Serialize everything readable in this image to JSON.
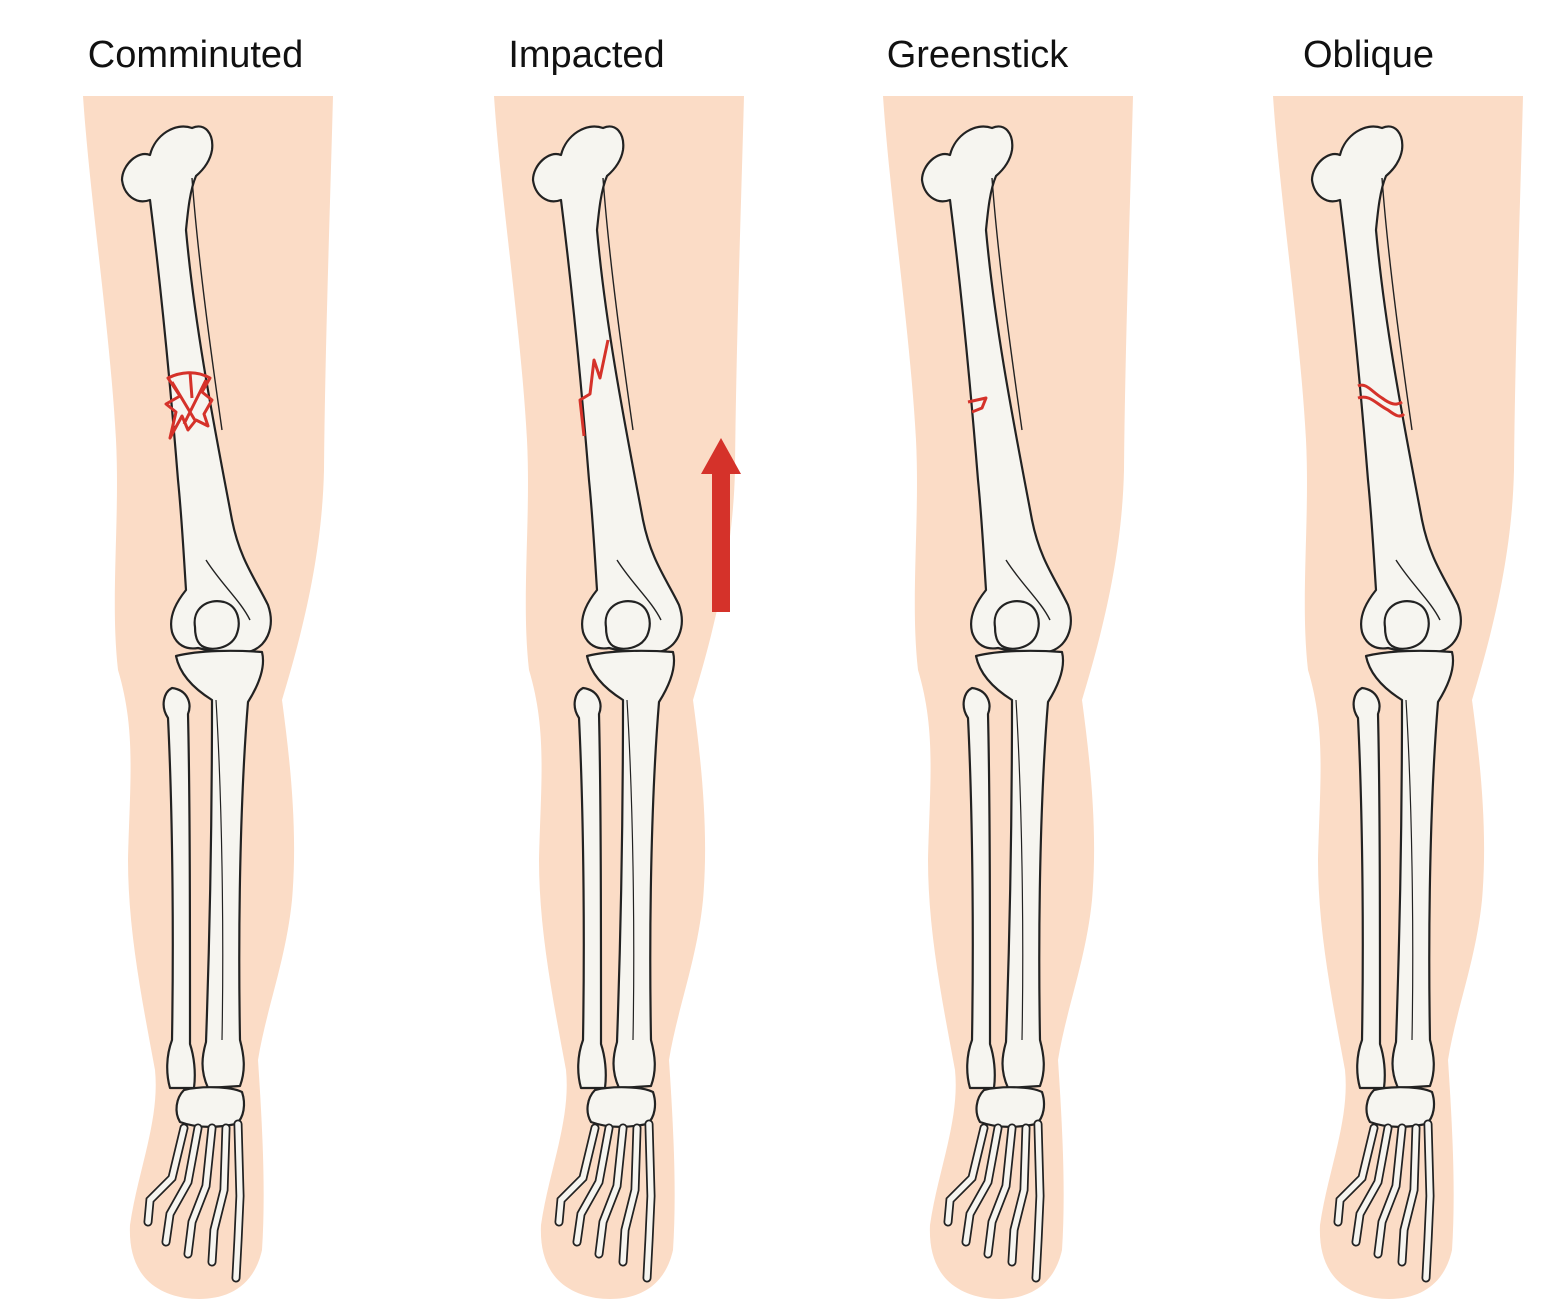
{
  "colors": {
    "skin": "#fbdcc6",
    "bone_fill": "#f6f5f0",
    "bone_stroke": "#222222",
    "fracture": "#d5322a",
    "arrow": "#d5322a"
  },
  "panels": [
    {
      "label": "Comminuted",
      "fracture": "comminuted",
      "arrow": false
    },
    {
      "label": "Impacted",
      "fracture": "impacted",
      "arrow": true,
      "arrow_direction": "up"
    },
    {
      "label": "Greenstick",
      "fracture": "greenstick",
      "arrow": false
    },
    {
      "label": "Oblique",
      "fracture": "oblique",
      "arrow": false
    }
  ]
}
